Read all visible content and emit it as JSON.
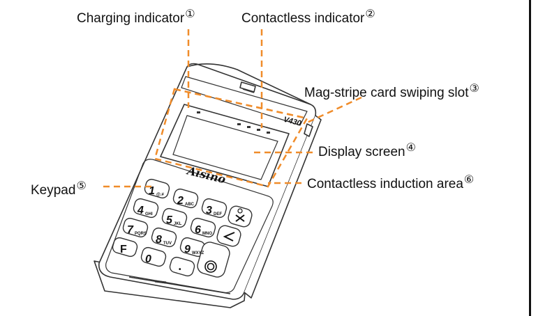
{
  "colors": {
    "leader": "#f08c2a",
    "outline": "#333333",
    "frame": "#111111"
  },
  "device": {
    "brand": "Aisino",
    "model": "V430",
    "keys": {
      "k1": "1",
      "k1_sub": "@.#",
      "k2": "2",
      "k2_sub": "ABC",
      "k3": "3",
      "k3_sub": "DEF",
      "k4": "4",
      "k4_sub": "GHI",
      "k5": "5",
      "k5_sub": "JKL",
      "k6": "6",
      "k6_sub": "MNO",
      "k7": "7",
      "k7_sub": "PQRS",
      "k8": "8",
      "k8_sub": "TUV",
      "k9": "9",
      "k9_sub": "WXYZ",
      "k0": "0",
      "kf": "F",
      "kdot": "•"
    },
    "icons": {
      "cancel": "cancel-x-icon",
      "backspace": "backspace-icon",
      "confirm": "confirm-circle-icon"
    }
  },
  "callouts": {
    "charging": {
      "text": "Charging indicator",
      "num": "①"
    },
    "contactless": {
      "text": "Contactless indicator",
      "num": "②"
    },
    "magstripe": {
      "text": "Mag-stripe card swiping slot",
      "num": "③"
    },
    "display": {
      "text": "Display screen",
      "num": "④"
    },
    "keypad": {
      "text": "Keypad",
      "num": "⑤"
    },
    "induction": {
      "text": "Contactless induction area",
      "num": "⑥"
    }
  }
}
